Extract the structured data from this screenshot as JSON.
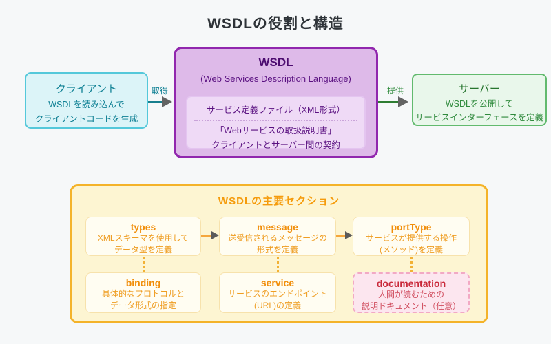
{
  "page": {
    "title": "WSDLの役割と構造"
  },
  "flow": {
    "client": {
      "title": "クライアント",
      "line1": "WSDLを読み込んで",
      "line2": "クライアントコードを生成"
    },
    "arrow_acquire": {
      "label": "取得"
    },
    "wsdl": {
      "title": "WSDL",
      "subtitle": "(Web Services Description Language)",
      "file_label": "サービス定義ファイル（XML形式）",
      "desc_line1": "「Webサービスの取扱説明書」",
      "desc_line2": "クライアントとサーバー間の契約"
    },
    "arrow_provide": {
      "label": "提供"
    },
    "server": {
      "title": "サーバー",
      "line1": "WSDLを公開して",
      "line2": "サービスインターフェースを定義"
    }
  },
  "sections": {
    "title": "WSDLの主要セクション",
    "items": [
      {
        "name": "types",
        "line1": "XMLスキーマを使用して",
        "line2": "データ型を定義"
      },
      {
        "name": "message",
        "line1": "送受信されるメッセージの",
        "line2": "形式を定義"
      },
      {
        "name": "portType",
        "line1": "サービスが提供する操作",
        "line2": "(メソッド)を定義"
      },
      {
        "name": "binding",
        "line1": "具体的なプロトコルと",
        "line2": "データ形式の指定"
      },
      {
        "name": "service",
        "line1": "サービスのエンドポイント",
        "line2": "(URL)の定義"
      },
      {
        "name": "documentation",
        "line1": "人間が読むための",
        "line2": "説明ドキュメント（任意）"
      }
    ]
  },
  "colors": {
    "client_accent": "#54c8da",
    "wsdl_accent": "#9127ae",
    "server_accent": "#62ba6e",
    "sections_accent": "#f4b32a",
    "orange_text": "#f18e0a",
    "documentation_accent": "#c9293a",
    "arrowhead": "#636363"
  }
}
